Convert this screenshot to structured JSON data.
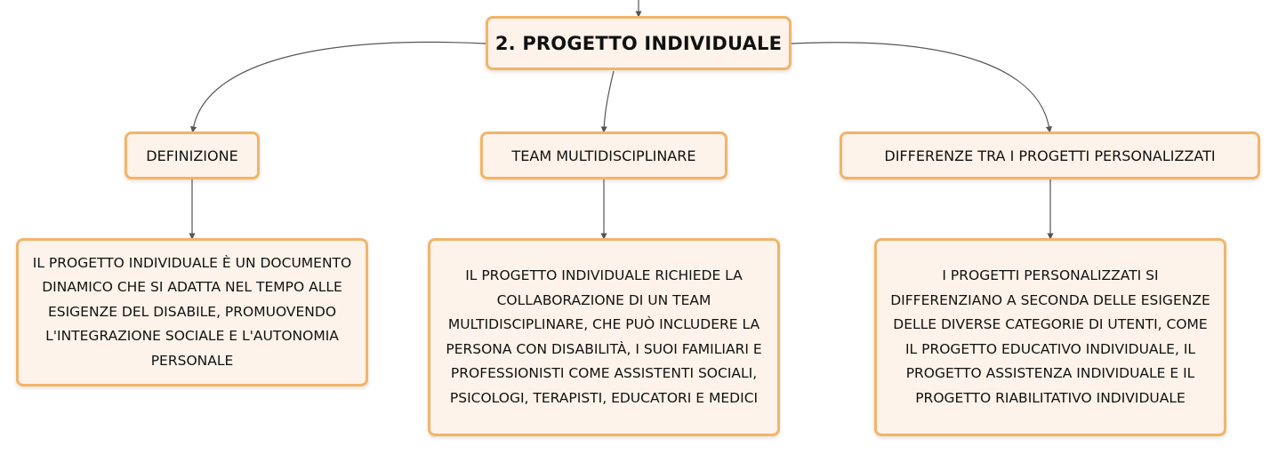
{
  "diagram": {
    "root": {
      "label": "2. PROGETTO INDIVIDUALE"
    },
    "topics": [
      {
        "label": "DEFINIZIONE",
        "detail": "IL PROGETTO INDIVIDUALE È UN DOCUMENTO DINAMICO CHE SI ADATTA NEL TEMPO ALLE ESIGENZE DEL DISABILE, PROMUOVENDO L'INTEGRAZIONE SOCIALE E L'AUTONOMIA PERSONALE"
      },
      {
        "label": "TEAM MULTIDISCIPLINARE",
        "detail": "IL PROGETTO INDIVIDUALE RICHIEDE LA COLLABORAZIONE DI UN TEAM MULTIDISCIPLINARE, CHE PUÒ INCLUDERE LA PERSONA CON DISABILITÀ, I SUOI FAMILIARI E PROFESSIONISTI COME ASSISTENTI SOCIALI, PSICOLOGI, TERAPISTI, EDUCATORI E MEDICI"
      },
      {
        "label": "DIFFERENZE TRA I PROGETTI PERSONALIZZATI",
        "detail": "I PROGETTI PERSONALIZZATI SI DIFFERENZIANO A SECONDA DELLE ESIGENZE DELLE DIVERSE CATEGORIE DI UTENTI, COME IL PROGETTO EDUCATIVO INDIVIDUALE, IL PROGETTO ASSISTENZA INDIVIDUALE E IL PROGETTO RIABILITATIVO INDIVIDUALE"
      }
    ]
  },
  "colors": {
    "node_fill": "#fdf3ea",
    "node_border": "#f2b46a",
    "connector": "#555555",
    "text": "#111111"
  }
}
